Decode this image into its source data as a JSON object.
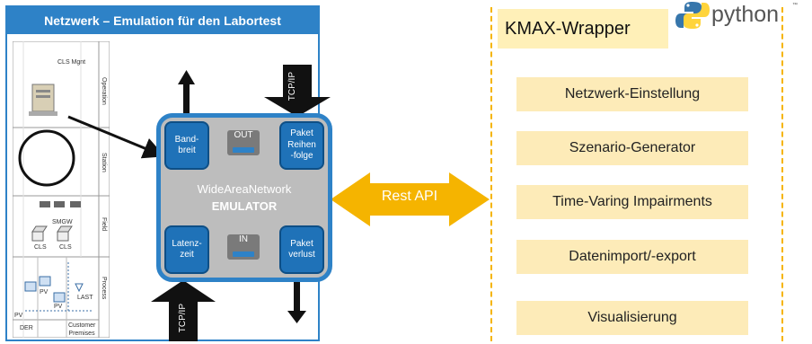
{
  "left": {
    "title": "Netzwerk – Emulation für den Labortest",
    "zones": [
      "Operation",
      "Station",
      "Field",
      "Process"
    ],
    "cls_mgnt": "CLS Mgnt",
    "smgw": "SMGW",
    "cls1": "CLS",
    "cls2": "CLS",
    "pv1": "PV",
    "pv2": "PV",
    "pv3": "PV",
    "last": "LAST",
    "der": "DER",
    "customer_premises": "Customer Premises"
  },
  "emulator": {
    "bandbreit": "Band-\nbreit",
    "paket_reihenfolge": "Paket\nReihen\n-folge",
    "latenzzeit": "Latenz-\nzeit",
    "paket_verlust": "Paket\nverlust",
    "out_label": "OUT",
    "in_label": "IN",
    "title": "WideAreaNetwork",
    "subtitle": "EMULATOR",
    "tcpip_top": "TCP/IP",
    "tcpip_bottom": "TCP/IP"
  },
  "rest_api": "Rest API",
  "kmax": {
    "title": "KMAX-Wrapper",
    "items": [
      "Netzwerk-Einstellung",
      "Szenario-Generator",
      "Time-Varing Impairments",
      "Datenimport/-export",
      "Visualisierung"
    ]
  },
  "python": {
    "text": "python",
    "tm": "™"
  },
  "colors": {
    "blue": "#2e82c7",
    "yellow": "#f5b400",
    "cream": "#fdebb8"
  }
}
